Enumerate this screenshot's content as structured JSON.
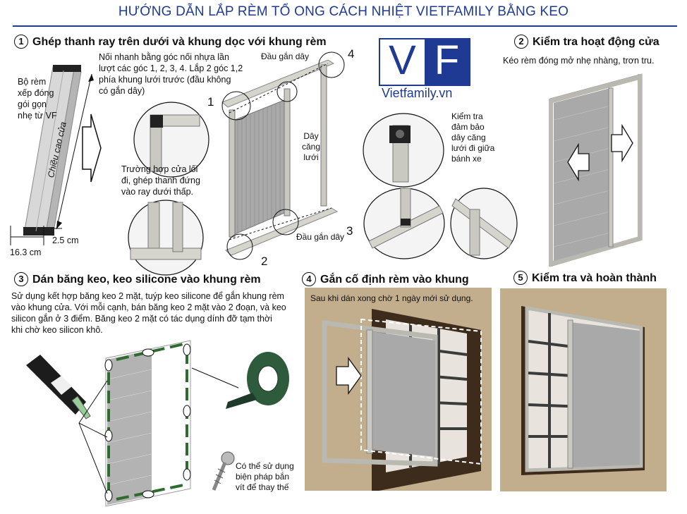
{
  "title": "HƯỚNG DẪN LẮP RÈM TỔ ONG CÁCH NHIỆT VIETFAMILY BẰNG KEO",
  "logo": {
    "left": "V",
    "right": "F",
    "url": "Vietfamily.vn"
  },
  "steps": [
    {
      "num": "1",
      "label": "Ghép thanh ray trên dưới và khung dọc với khung rèm"
    },
    {
      "num": "2",
      "label": "Kiểm tra hoạt động cửa"
    },
    {
      "num": "3",
      "label": "Dán băng keo, keo silicone vào khung rèm"
    },
    {
      "num": "4",
      "label": "Gắn cố định rèm vào khung"
    },
    {
      "num": "5",
      "label": "Kiểm tra và hoàn thành"
    }
  ],
  "step1": {
    "pack_note": [
      "Bộ rèm",
      "xếp đóng",
      "gói gọn",
      "nhẹ từ VF"
    ],
    "height_label": "Chiều cao cửa",
    "width_label": "16.3 cm",
    "depth_label": "2.5 cm",
    "connect_note": [
      "Nối nhanh bằng góc nối nhựa lần",
      "lượt các góc 1, 2, 3, 4. Lắp 2 góc 1,2",
      "phía khung lưới trước (đầu không",
      "có gắn dây)"
    ],
    "low_rail_note": [
      "Trường hợp cửa lối",
      "đi, ghép thanh đứng",
      "vào ray dưới thấp."
    ],
    "cord_top": "Đầu gắn dây",
    "cord_bottom": "Đầu gắn dây",
    "tension_note": [
      "Dây",
      "căng",
      "lưới"
    ],
    "check_note": [
      "Kiểm tra",
      "đảm bảo",
      "dây căng",
      "lưới đi giữa",
      "bánh xe"
    ],
    "corners": [
      "1",
      "2",
      "3",
      "4"
    ]
  },
  "step2": {
    "note": "Kéo rèm đóng mở nhẹ nhàng, trơn tru."
  },
  "step3": {
    "note": [
      "Sử dụng kết hợp băng keo 2 mặt, tuýp keo silicone để gắn khung rèm",
      "vào khung cửa. Với mỗi cạnh, bán băng keo 2 mặt vào 2 đoạn, và keo",
      "silicon gắn ở 3 điểm. Băng keo 2 mặt có tác dụng dính đỡ tạm thời",
      "khi chờ keo silicon khô."
    ],
    "screw_note": [
      "Có thể sử dụng",
      "biện pháp bắn",
      "vít để thay thế"
    ]
  },
  "step4": {
    "note": "Sau khi dán xong chờ 1 ngày mới sử dụng."
  },
  "colors": {
    "brand": "#1f3a93",
    "wall": "#c2ad8c",
    "frame": "#b9b9b1",
    "mesh": "#9a9a9a"
  }
}
